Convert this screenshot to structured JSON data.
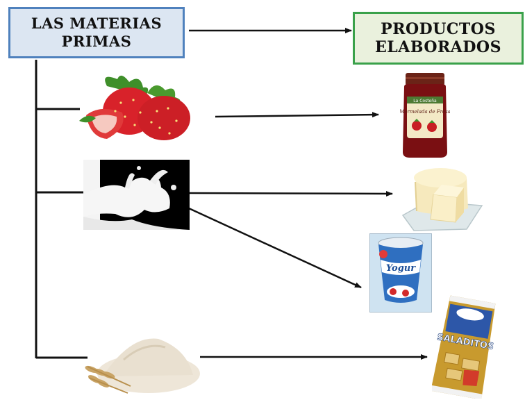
{
  "raw_materials_box": {
    "line1": "LAS MATERIAS",
    "line2": "PRIMAS"
  },
  "products_box": {
    "line1": "PRODUCTOS",
    "line2": "ELABORADOS"
  },
  "raw_materials": [
    "strawberries",
    "milk",
    "flour"
  ],
  "products": [
    "strawberry jam",
    "cheese",
    "yogurt",
    "crackers"
  ],
  "jam_label": "Mermelada de Fresa",
  "yogurt_label": "Yogur",
  "crackers_label": "SALADITOS",
  "colors": {
    "left_box_fill": "#dce6f2",
    "left_box_border": "#4f81bd",
    "right_box_fill": "#eaf1dd",
    "right_box_border": "#3aa14a"
  }
}
